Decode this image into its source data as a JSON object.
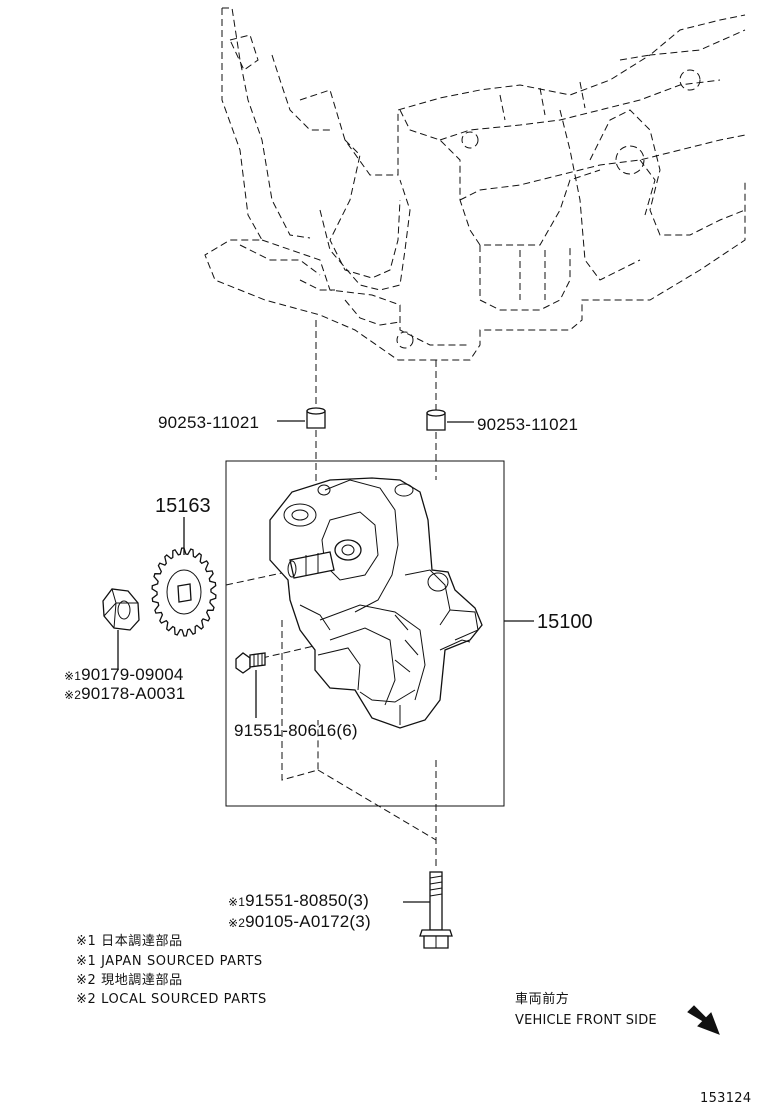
{
  "parts": {
    "dowel_left": "90253-11021",
    "dowel_right": "90253-11021",
    "sprocket": "15163",
    "pump_assembly": "15100",
    "nut_marker_1": "※1",
    "nut_1": "90179-09004",
    "nut_marker_2": "※2",
    "nut_2": "90178-A0031",
    "bolt_small": "91551-80616(6)",
    "bolt_long_marker_1": "※1",
    "bolt_long_1": "91551-80850(3)",
    "bolt_long_marker_2": "※2",
    "bolt_long_2": "90105-A0172(3)"
  },
  "notes": [
    "※1 日本調達部品",
    "※1 JAPAN SOURCED PARTS",
    "※2 現地調達部品",
    "※2 LOCAL SOURCED PARTS"
  ],
  "direction": {
    "label_jp": "車両前方",
    "label_en": "VEHICLE FRONT SIDE"
  },
  "figure_id": "153124"
}
